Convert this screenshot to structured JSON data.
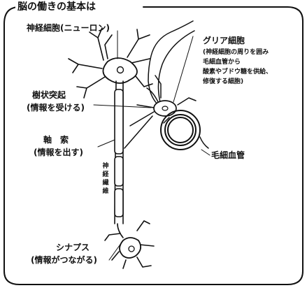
{
  "title": "脳の働きの基本は",
  "labels": {
    "neuron": "神経細胞(ニューロン)",
    "glia_title": "グリア細胞",
    "glia_desc_1": "(神経細胞の周りを囲み",
    "glia_desc_2": "毛細血管から",
    "glia_desc_3": "酸素やブドウ糖を供給、",
    "glia_desc_4": "修復する細胞)",
    "dendrite_1": "樹状突起",
    "dendrite_2": "(情報を受ける)",
    "axon_1": "軸　索",
    "axon_2": "(情報を出す)",
    "capillary": "毛細血管",
    "nerve_fiber": "神経繊維",
    "synapse_1": "シナプス",
    "synapse_2": "(情報がつながる)"
  }
}
